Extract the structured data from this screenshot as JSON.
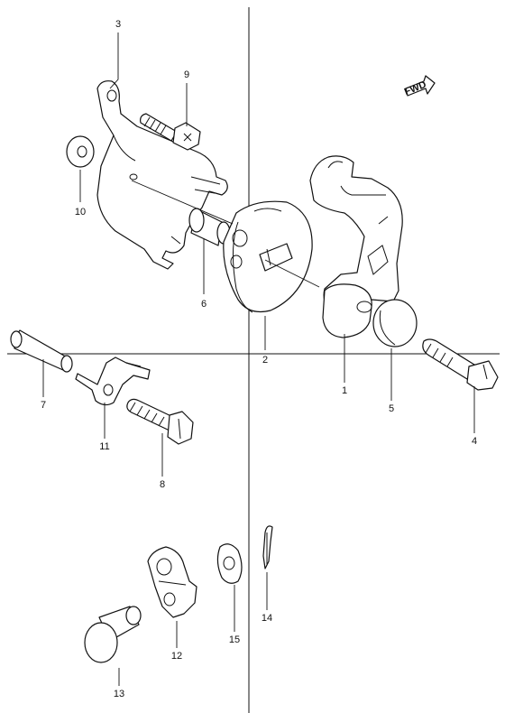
{
  "diagram": {
    "fwd_label": "FWD",
    "colors": {
      "line": "#111111",
      "background": "#ffffff"
    },
    "callouts": [
      "1",
      "2",
      "3",
      "4",
      "5",
      "6",
      "7",
      "8",
      "9",
      "10",
      "11",
      "12",
      "13",
      "14",
      "15"
    ]
  }
}
